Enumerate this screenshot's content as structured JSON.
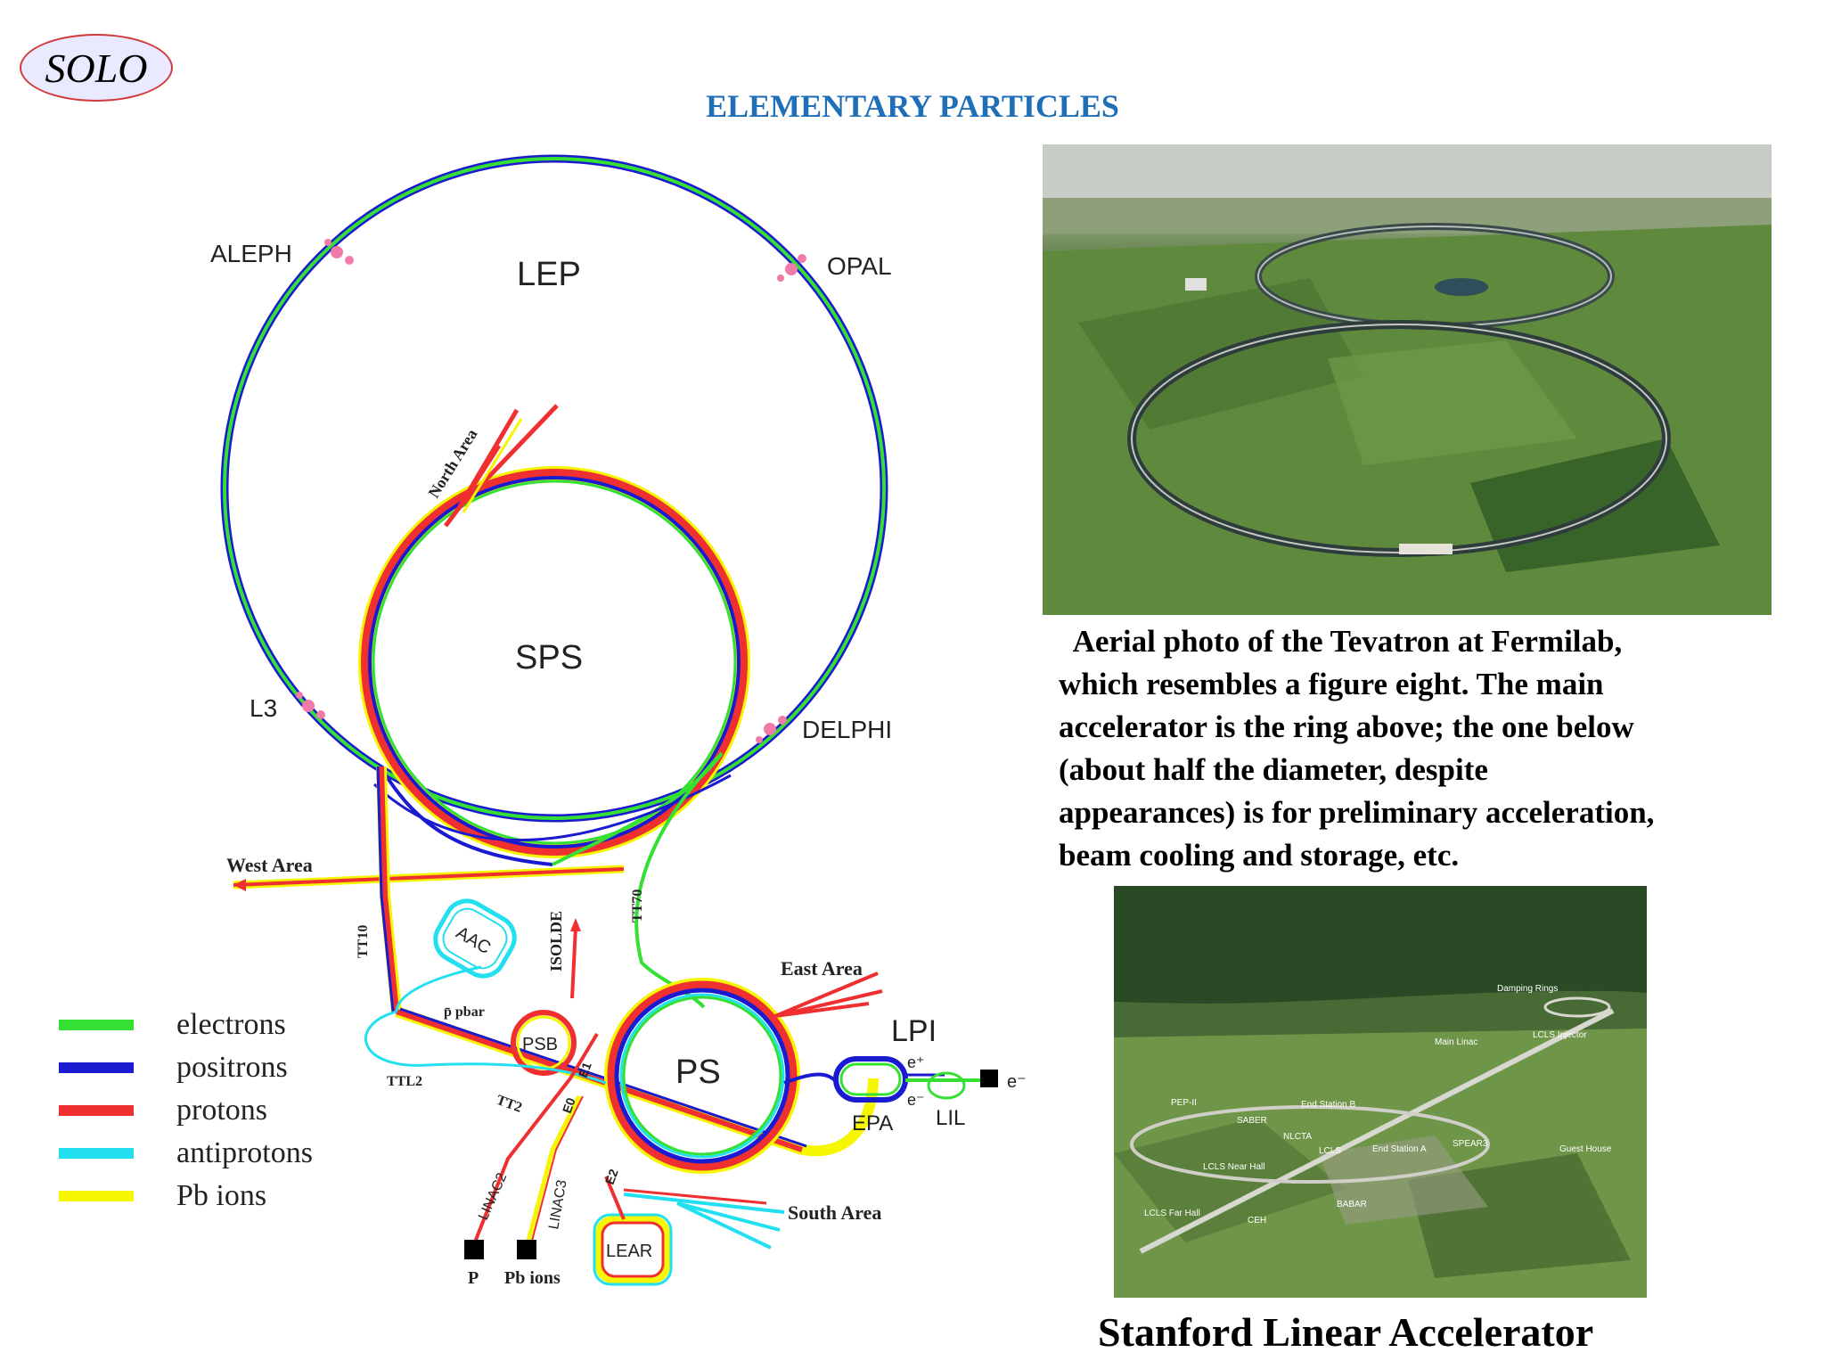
{
  "badge": {
    "label": "SOLO"
  },
  "page_title": "ELEMENTARY PARTICLES",
  "diagram": {
    "rings": {
      "lep": "LEP",
      "sps": "SPS",
      "ps": "PS",
      "psb": "PSB",
      "aac": "AAC",
      "lear": "LEAR",
      "epa": "EPA",
      "lil": "LIL",
      "lpi": "LPI"
    },
    "experiments": {
      "aleph": "ALEPH",
      "opal": "OPAL",
      "l3": "L3",
      "delphi": "DELPHI"
    },
    "areas": {
      "north": "North Area",
      "west": "West Area",
      "east": "East Area",
      "south": "South Area"
    },
    "lines": {
      "tt10": "TT10",
      "tt70": "TT70",
      "tt2": "TT2",
      "ttl2": "TTL2",
      "isolde": "ISOLDE",
      "e1": "E1",
      "e0": "E0",
      "e2": "E2",
      "pbar": "p̄ pbar",
      "linac2": "LINAC2",
      "linac3": "LINAC3"
    },
    "sources": {
      "p": "P",
      "pb": "Pb ions",
      "electron": "e⁻",
      "eplus": "e⁺",
      "eminus": "e⁻"
    }
  },
  "legend": [
    {
      "label": "electrons",
      "color": "#34e034"
    },
    {
      "label": "positrons",
      "color": "#1a1ad0"
    },
    {
      "label": "protons",
      "color": "#f03030"
    },
    {
      "label": "antiprotons",
      "color": "#22e0f0"
    },
    {
      "label": "Pb ions",
      "color": "#f6f600"
    }
  ],
  "caption": {
    "lines": [
      "  Aerial photo of the Tevatron at Fermilab,",
      "which resembles a figure eight. The main",
      "accelerator is the ring above; the one below",
      "(about half the diameter, despite",
      "appearances) is for preliminary acceleration,",
      "beam cooling and storage, etc."
    ]
  },
  "photo2_labels": {
    "damping": "Damping Rings",
    "mainlinac": "Main Linac",
    "lcls_inj": "LCLS Injector",
    "pep": "PEP-II",
    "saber": "SABER",
    "end_b": "End Station B",
    "nlcta": "NLCTA",
    "lcls": "LCLS",
    "end_a": "End Station A",
    "spear": "SPEAR3",
    "guest": "Guest House",
    "near": "LCLS Near Hall",
    "far": "LCLS Far Hall",
    "ceh": "CEH",
    "babar": "BABAR"
  },
  "bottom_caption": "Stanford Linear Accelerator"
}
